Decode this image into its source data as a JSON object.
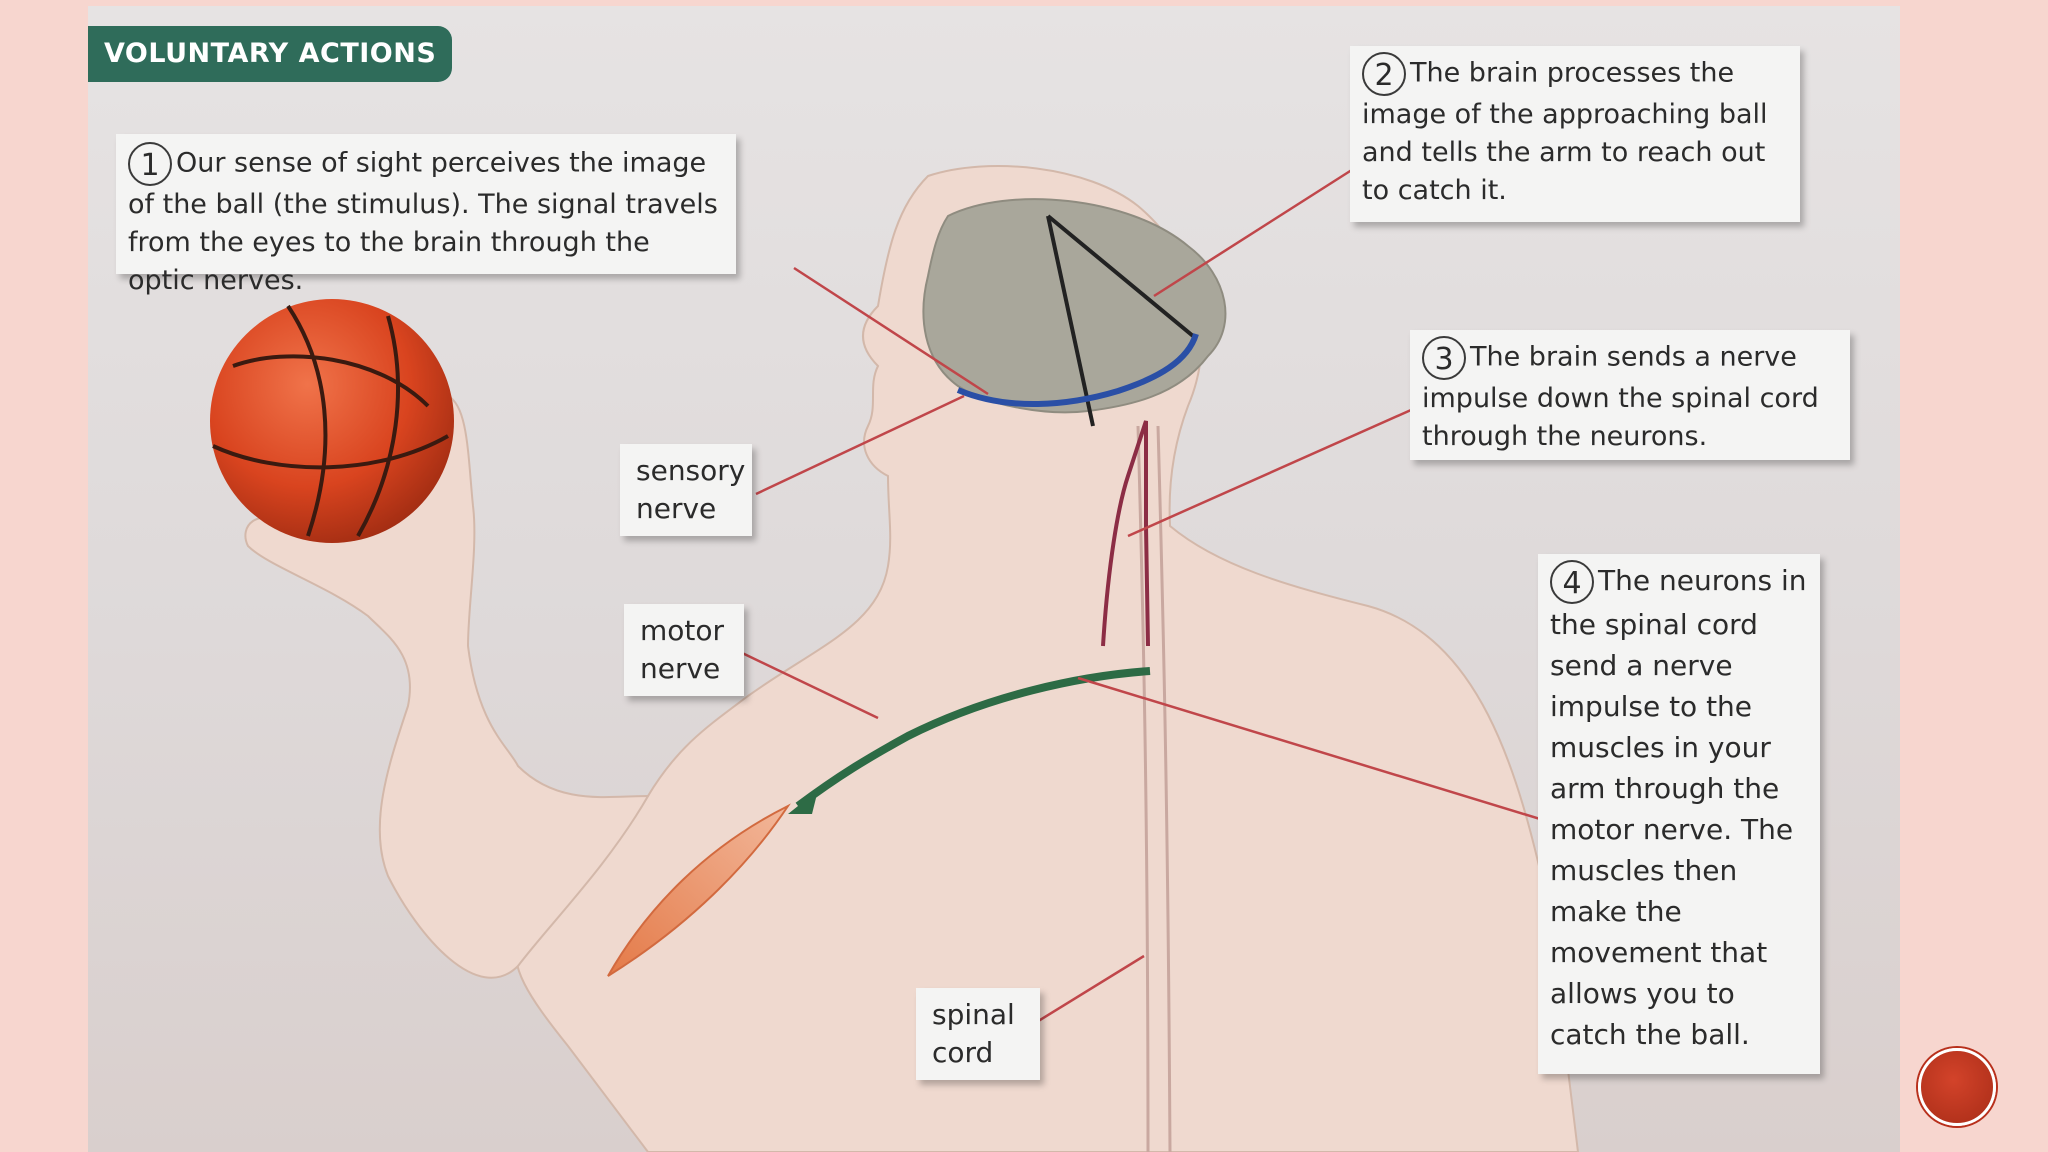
{
  "title": "VOLUNTARY ACTIONS",
  "steps": [
    {
      "number": "1",
      "text": "Our sense of sight perceives the image of the ball (the stimulus). The signal travels from the eyes to the brain through the optic nerves."
    },
    {
      "number": "2",
      "text": "The brain processes the image of the approaching ball and tells the arm to reach out to catch it."
    },
    {
      "number": "3",
      "text": "The brain sends a nerve impulse down the spinal cord through the neurons."
    },
    {
      "number": "4",
      "text": "The neurons in the spinal cord send a nerve impulse to the muscles in your arm through the motor nerve. The muscles then make the movement that allows you to catch the ball."
    }
  ],
  "labels": {
    "sensory_nerve": "sensory nerve",
    "motor_nerve": "motor nerve",
    "spinal_cord": "spinal cord"
  },
  "colors": {
    "banner": "#2f6c5a",
    "sensory_path": "#2a4fa6",
    "motor_path": "#2d6b45",
    "spinal_path": "#8c2d45",
    "pointer_lines": "#c0464a",
    "background": "#f7d6cf"
  },
  "icons": {
    "ball": "basketball-icon",
    "next": "next-slide-button"
  }
}
